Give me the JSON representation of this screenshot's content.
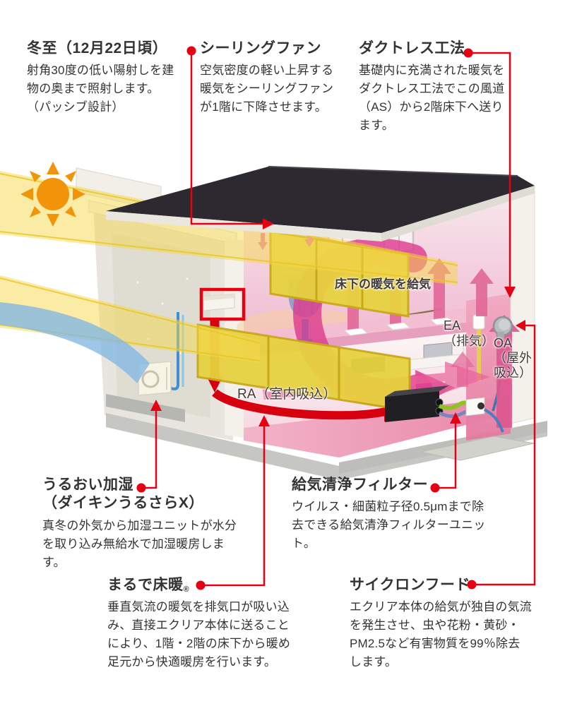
{
  "colors": {
    "annotation_red": "#E60012",
    "deep_red_arrow": "#D7000F",
    "sun_orange": "#F2940A",
    "beam_yellow": "#F6D84B",
    "transom_yellow": "#E7D23F",
    "roof_dark": "#2C2931",
    "warm_pink": "#E2699A",
    "swirl_magenta": "#DE3D8E",
    "cool_blue": "#2FA8E1",
    "text_dark": "#333333"
  },
  "captions": {
    "winter_solstice": {
      "title": "冬至（12月22日頃）",
      "body": "射角30度の低い陽射しを建物の奥まで照射します。（パッシブ設計）"
    },
    "ceiling_fan": {
      "title": "シーリングファン",
      "body": "空気密度の軽い上昇する暖気をシーリングファンが1階に下降させます。"
    },
    "ductless": {
      "title": "ダクトレス工法",
      "body": "基礎内に充満された暖気をダクトレス工法でこの風道（AS）から2階床下へ送ります。"
    },
    "humidify": {
      "title": "うるおい加湿",
      "subtitle": "（ダイキンうるさらX）",
      "body": "真冬の外気から加湿ユニットが水分を取り込み無給水で加湿暖房します。"
    },
    "supply_filter": {
      "title": "給気清浄フィルター",
      "body": "ウイルス・細菌粒子径0.5μmまで除去できる給気清浄フィルターユニット。"
    },
    "floor_heating": {
      "title": "まるで床暖",
      "reg_mark": "®",
      "body": "垂直気流の暖気を排気口が吸い込み、直接エクリア本体に送ることにより、1階・2階の床下から暖め足元から快適暖房を行います。"
    },
    "cyclone_hood": {
      "title": "サイクロンフード",
      "body": "エクリア本体の給気が独自の気流を発生させ、虫や花粉・黄砂・PM2.5など有害物質を99％除去します。"
    }
  },
  "diagram_labels": {
    "underfloor_supply": "床下の暖気を給気",
    "ea": "EA\n（排気）",
    "oa": "OA\n（屋外\n吸込）",
    "ra": "RA（室内吸込）"
  }
}
